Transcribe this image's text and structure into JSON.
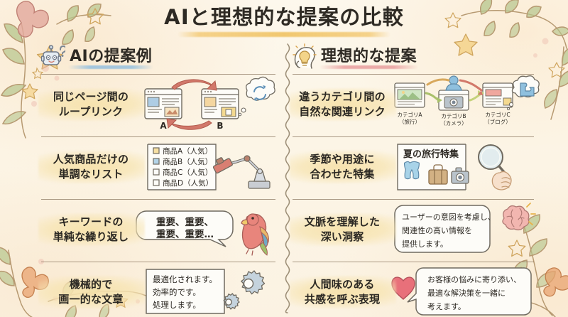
{
  "title": "AIと理想的な提案の比較",
  "columns": {
    "left": {
      "icon": "robot-question-icon",
      "heading": "AIの提案例",
      "rows": [
        {
          "label_line1": "同じページ間の",
          "label_line2": "ループリンク",
          "art": "loop-link-browsers",
          "browser_a_label": "A",
          "browser_b_label": "B",
          "thought_icon": "refresh-loop-icon"
        },
        {
          "label_line1": "人気商品だけの",
          "label_line2": "単調なリスト",
          "art": "popular-products-list",
          "list_items": [
            "商品A（人気）",
            "商品B（人気）",
            "商品C（人気）",
            "商品D（人気）"
          ],
          "side_icon": "robot-arm-stamp-icon"
        },
        {
          "label_line1": "キーワードの",
          "label_line2": "単純な繰り返し",
          "art": "repeated-keyword-bubble",
          "bubble_line1": "重要、重要、",
          "bubble_line2": "重要、重要…",
          "side_icon": "parrot-icon"
        },
        {
          "label_line1": "機械的で",
          "label_line2": "画一的な文章",
          "art": "mechanical-text-box",
          "box_line1": "最適化されます。",
          "box_line2": "効率的です。",
          "box_line3": "処理します。",
          "side_icon": "gears-icon"
        }
      ]
    },
    "right": {
      "icon": "head-lightbulb-icon",
      "heading": "理想的な提案",
      "rows": [
        {
          "label_line1": "違うカテゴリ間の",
          "label_line2": "自然な関連リンク",
          "art": "cross-category-links",
          "cards": [
            {
              "caption1": "カテゴリA",
              "caption2": "（旅行）",
              "icon": "landscape-photo-icon"
            },
            {
              "caption1": "カテゴリB",
              "caption2": "（カメラ）",
              "icon": "camera-icon"
            },
            {
              "caption1": "カテゴリC",
              "caption2": "（ブログ）",
              "icon": "article-icon"
            }
          ],
          "person_icon": "user-avatar-icon",
          "thought_icon": "puzzle-piece-icon"
        },
        {
          "label_line1": "季節や用途に",
          "label_line2": "合わせた特集",
          "art": "seasonal-feature-panel",
          "panel_heading": "夏の旅行特集",
          "panel_icons": [
            "swimsuit-icon",
            "suitcase-icon",
            "camera-icon"
          ],
          "side_icon": "magnifier-in-hand-icon"
        },
        {
          "label_line1": "文脈を理解した",
          "label_line2": "深い洞察",
          "art": "context-insight-bubble",
          "bubble_line1": "ユーザーの意図を考慮し、",
          "bubble_line2": "関連性の高い情報を",
          "bubble_line3": "提供します。",
          "side_icon": "brain-icon"
        },
        {
          "label_line1": "人間味のある",
          "label_line2": "共感を呼ぶ表現",
          "art": "empathy-bubble",
          "side_icon": "heart-icon",
          "bubble_line1": "お客様の悩みに寄り添い、",
          "bubble_line2": "最適な解決策を一緒に",
          "bubble_line3": "考えます。"
        }
      ]
    }
  },
  "colors": {
    "background": "#fcf5e6",
    "ink": "#2e2a24",
    "rule": "#8d7a63",
    "highlight_yellow": "#f6e2ac",
    "left_accent": "#96c0de",
    "right_accent": "#e89e9e",
    "arrow_red": "#d2786a",
    "arrow_green": "#a9c06a",
    "leaf_green": "#a8b97e",
    "flower_pink": "#e0a099",
    "star_yellow": "#f0cf86"
  }
}
